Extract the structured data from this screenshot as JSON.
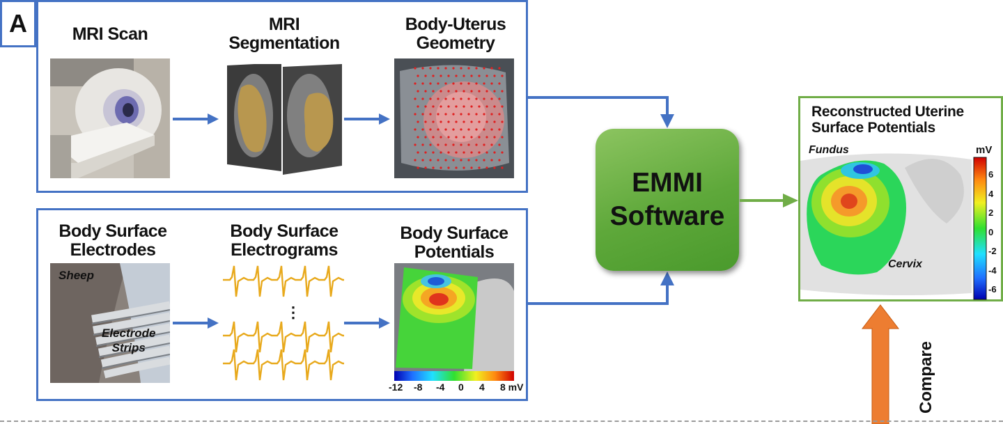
{
  "panel_label": "A",
  "mri_scan_title": "MRI Scan",
  "mri_seg_title_line1": "MRI",
  "mri_seg_title_line2": "Segmentation",
  "body_uterus_title_line1": "Body-Uterus",
  "body_uterus_title_line2": "Geometry",
  "bs_electrodes_title_line1": "Body Surface",
  "bs_electrodes_title_line2": "Electrodes",
  "bs_electrograms_title_line1": "Body Surface",
  "bs_electrograms_title_line2": "Electrograms",
  "bs_potentials_title_line1": "Body Surface",
  "bs_potentials_title_line2": "Potentials",
  "sheep_label": "Sheep",
  "electrode_strips_line1": "Electrode",
  "electrode_strips_line2": "Strips",
  "electrogram_ellipsis": "⋮",
  "emmi_line1": "EMMI",
  "emmi_line2": "Software",
  "recon_title_line1": "Reconstructed Uterine",
  "recon_title_line2": "Surface Potentials",
  "fundus_label": "Fundus",
  "cervix_label": "Cervix",
  "recon_colorbar": {
    "unit": "mV",
    "ticks": [
      "6",
      "4",
      "2",
      "0",
      "-2",
      "-4",
      "-6"
    ]
  },
  "bs_colorbar": {
    "ticks": [
      "-12",
      "-8",
      "-4",
      "0",
      "4",
      "8 mV"
    ]
  },
  "compare_label": "Compare",
  "colors": {
    "box_border": "#4472c4",
    "arrow_blue": "#4472c4",
    "arrow_green": "#70ad47",
    "emmi_fill": "#5ea83a",
    "compare_arrow": "#ed7d31",
    "electrogram_trace": "#e8a91c"
  }
}
